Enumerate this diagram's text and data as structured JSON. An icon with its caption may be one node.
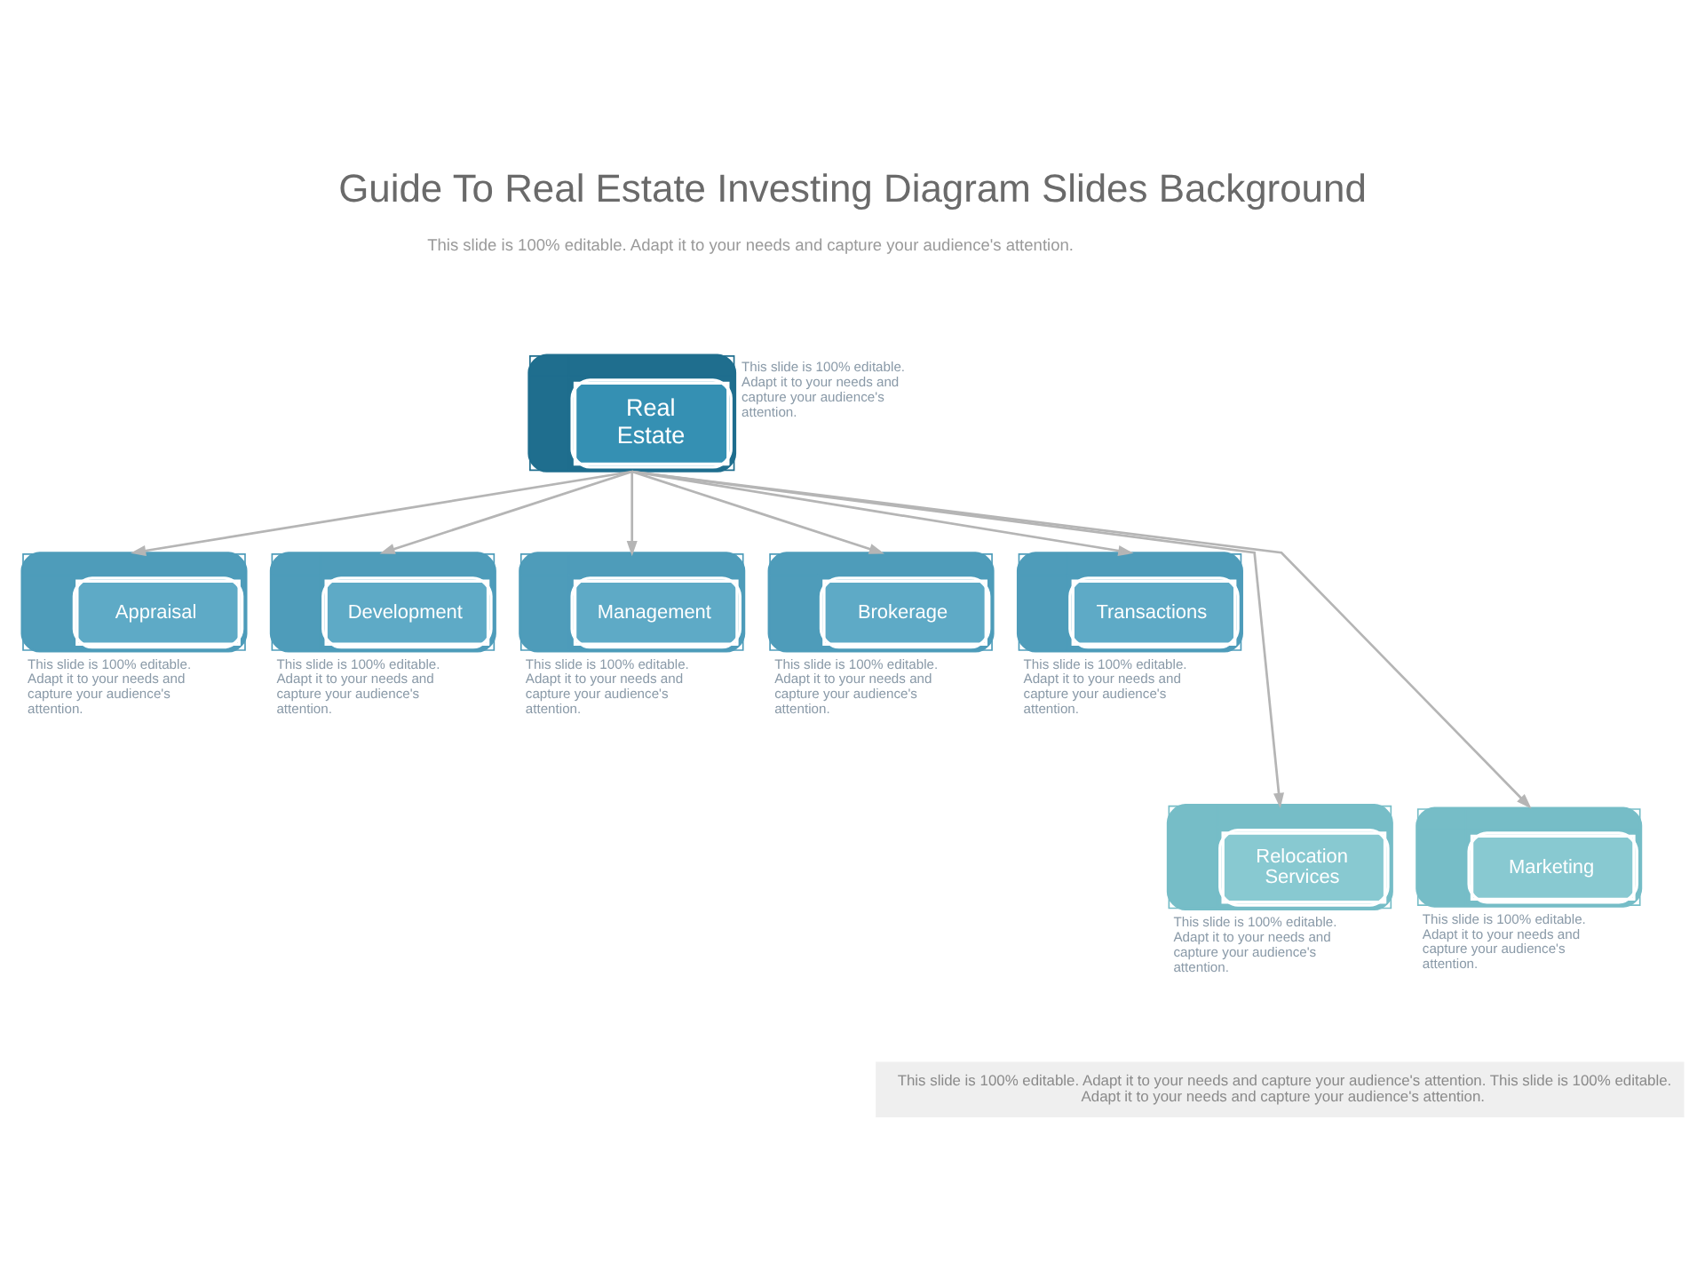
{
  "diagram": {
    "title": "Guide To Real Estate Investing Diagram Slides Background",
    "nodes": [
      {
        "text": [
          "Real Estate"
        ],
        "beside": [
          "This slide is 100% editable. Adapt it to your needs and capture your audience's attention."
        ]
      },
      {
        "text": [
          "Appraisal"
        ],
        "beside": [
          "This slide is 100% editable. Adapt it to your needs and capture your audience's attention."
        ]
      },
      {
        "text": [
          "Development"
        ],
        "beside": [
          "This slide is 100% editable. Adapt it to your needs and capture your audience's attention."
        ]
      },
      {
        "text": [
          "Management"
        ],
        "beside": [
          "This slide is 100% editable. Adapt it to your needs and capture your audience's attention."
        ]
      },
      {
        "text": [
          "Brokerage"
        ],
        "beside": [
          "This slide is 100% editable. Adapt it to your needs and capture your audience's attention."
        ]
      },
      {
        "text": [
          "Transactions"
        ],
        "beside": [
          "This slide is 100% editable. Adapt it to your needs and capture your audience's attention."
        ]
      },
      {
        "text": [
          "Relocation Services"
        ],
        "beside": [
          "This slide is 100% editable. Adapt it to your needs and capture your audience's attention."
        ]
      },
      {
        "text": [
          "Marketing"
        ],
        "beside": [
          "This slide is 100% editable. Adapt it to your needs and capture your audience's attention."
        ]
      }
    ],
    "edges": [
      {
        "from": 0,
        "to": 1,
        "arrow": "to"
      },
      {
        "from": 0,
        "to": 2,
        "arrow": "to"
      },
      {
        "from": 0,
        "to": 3,
        "arrow": "to"
      },
      {
        "from": 0,
        "to": 4,
        "arrow": "to"
      },
      {
        "from": 0,
        "to": 5,
        "arrow": "to"
      },
      {
        "from": 0,
        "to": 6,
        "arrow": "to"
      },
      {
        "from": 0,
        "to": 7,
        "arrow": "to"
      }
    ],
    "labels": [
      "This slide is 100% editable. Adapt it to your needs and capture your audience's attention.",
      "This slide is 100% editable. Adapt it to your needs and capture your audience's attention. This slide is 100% editable. Adapt it to your needs and capture your audience's attention."
    ]
  }
}
